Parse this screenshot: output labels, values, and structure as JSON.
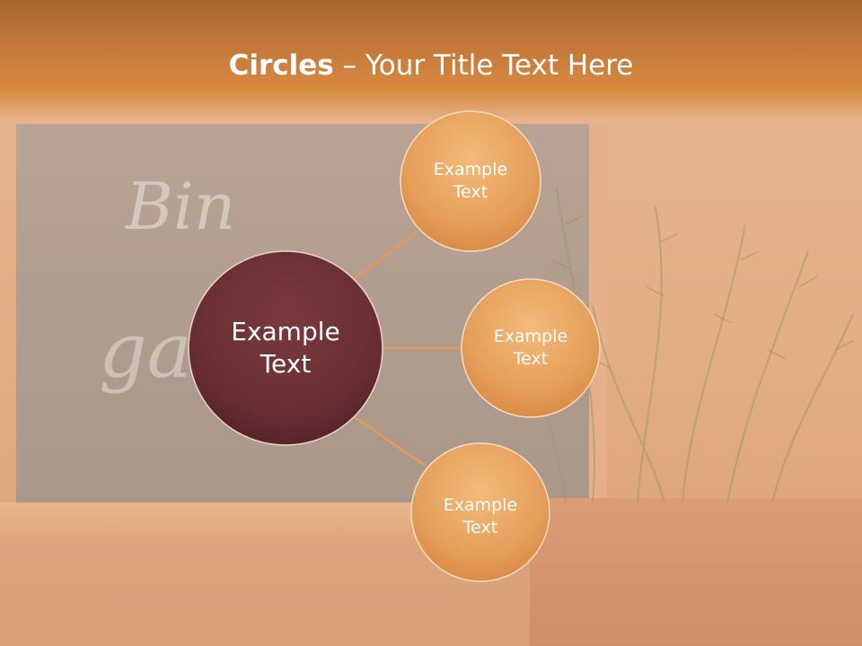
{
  "title": {
    "bold": "Circles",
    "rest": " – Your Title Text Here"
  },
  "center": {
    "label": "Example\nText",
    "color": "#6b2f33"
  },
  "satellites": [
    {
      "label": "Example\nText"
    },
    {
      "label": "Example\nText"
    },
    {
      "label": "Example\nText"
    }
  ],
  "colors": {
    "satellite_fill": "#e7a45e",
    "connector": "#e39a5a",
    "title_band": "#d98a42"
  },
  "chalk_text": [
    "Bin",
    "ga  er"
  ]
}
